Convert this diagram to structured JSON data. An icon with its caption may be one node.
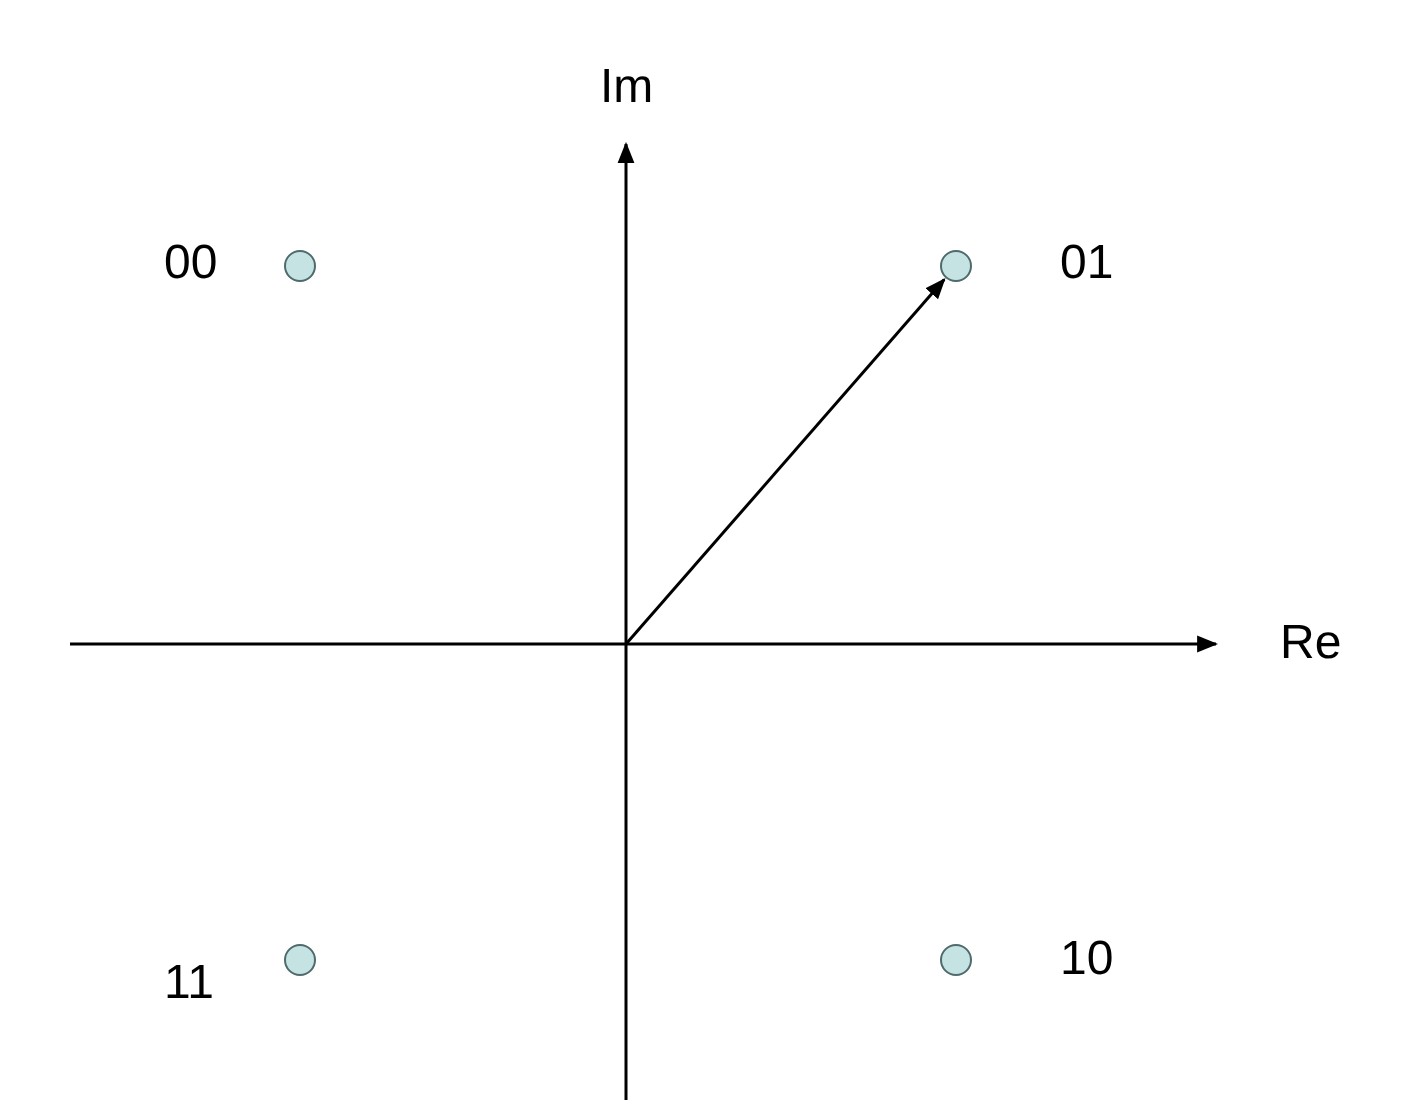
{
  "diagram": {
    "nodes": [
      {
        "text": [],
        "shape": "circle",
        "beside": [
          "00"
        ]
      },
      {
        "text": [],
        "shape": "circle",
        "beside": [
          "01"
        ]
      },
      {
        "text": [],
        "shape": "circle",
        "beside": [
          "11"
        ]
      },
      {
        "text": [],
        "shape": "circle",
        "beside": [
          "10"
        ]
      }
    ],
    "edges": [
      {
        "from": null,
        "to": 1,
        "arrow": "to"
      }
    ],
    "labels": [
      "Im",
      "Re"
    ]
  }
}
